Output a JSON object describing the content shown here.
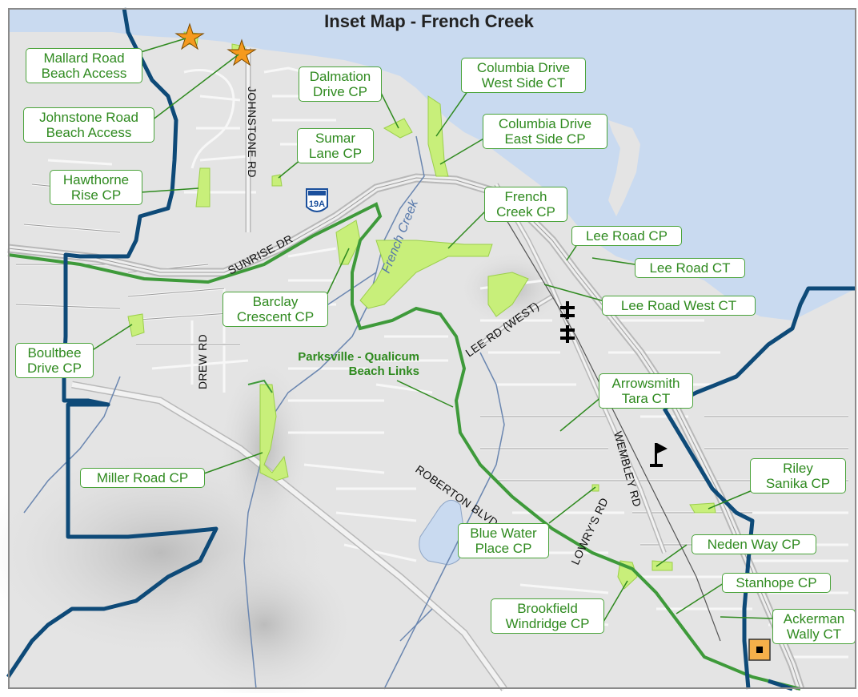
{
  "map": {
    "title": "Inset Map - French Creek",
    "creek_label": "French Creek",
    "highway_shield": "19A",
    "roads": {
      "johnstone": "JOHNSTONE RD",
      "sunrise": "SUNRISE DR",
      "drew": "DREW RD",
      "lee_west": "LEE RD (WEST)",
      "roberton": "ROBERTON BLVD",
      "lowrys": "LOWRY'S RD",
      "wembley": "WEMBLEY RD"
    },
    "labels": {
      "mallard": [
        "Mallard Road",
        "Beach Access"
      ],
      "johnstone_beach": [
        "Johnstone Road",
        "Beach Access"
      ],
      "dalmation": [
        "Dalmation",
        "Drive CP"
      ],
      "columbia_west": [
        "Columbia Drive",
        "West Side CT"
      ],
      "columbia_east": [
        "Columbia Drive",
        "East Side CP"
      ],
      "sumar": [
        "Sumar",
        "Lane CP"
      ],
      "hawthorne": [
        "Hawthorne",
        "Rise CP"
      ],
      "french_creek": [
        "French",
        "Creek CP"
      ],
      "lee_road_cp": [
        "Lee Road CP"
      ],
      "lee_road_ct": [
        "Lee Road CT"
      ],
      "lee_road_west_ct": [
        "Lee Road West CT"
      ],
      "barclay": [
        "Barclay",
        "Crescent CP"
      ],
      "boultbee": [
        "Boultbee",
        "Drive CP"
      ],
      "arrowsmith": [
        "Arrowsmith",
        "Tara CT"
      ],
      "miller": [
        "Miller Road CP"
      ],
      "riley": [
        "Riley",
        "Sanika CP"
      ],
      "blue_water": [
        "Blue Water",
        "Place CP"
      ],
      "neden": [
        "Neden Way CP"
      ],
      "stanhope": [
        "Stanhope CP"
      ],
      "brookfield": [
        "Brookfield",
        "Windridge CP"
      ],
      "ackerman": [
        "Ackerman",
        "Wally CT"
      ]
    },
    "trail_label": [
      "Parksville - Qualicum",
      "Beach Links"
    ],
    "colors": {
      "water": "#c9daf0",
      "land": "#e6e6e6",
      "terrain": "#c4c4c4",
      "park": "#c8ef7a",
      "label_green": "#2f8a1f",
      "trail": "#3e9a3a",
      "boundary": "#0e4a78",
      "beach_star": "#f59a1e",
      "square_marker": "#f5b04a"
    },
    "icons": [
      "beach-access-star-icon",
      "church-icon",
      "golf-flag-icon",
      "square-marker-icon",
      "highway-shield-icon"
    ]
  }
}
